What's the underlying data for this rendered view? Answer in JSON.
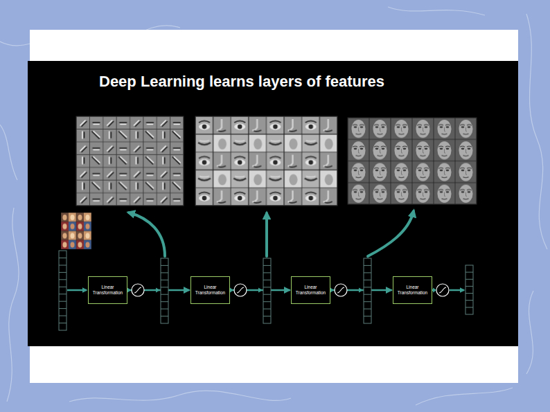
{
  "diagram": {
    "title": "Deep Learning learns layers of features",
    "nodes": [
      {
        "text": [
          "Linear Transformation"
        ]
      },
      {
        "text": [
          "Linear Transformation"
        ]
      },
      {
        "text": [
          "Linear Transformation"
        ]
      },
      {
        "text": [
          "Linear Transformation"
        ]
      }
    ],
    "edges": [
      {
        "from": 0,
        "to": 1,
        "arrow": "to"
      },
      {
        "from": 1,
        "to": 2,
        "arrow": "to"
      },
      {
        "from": 2,
        "to": 3,
        "arrow": "to"
      }
    ]
  }
}
